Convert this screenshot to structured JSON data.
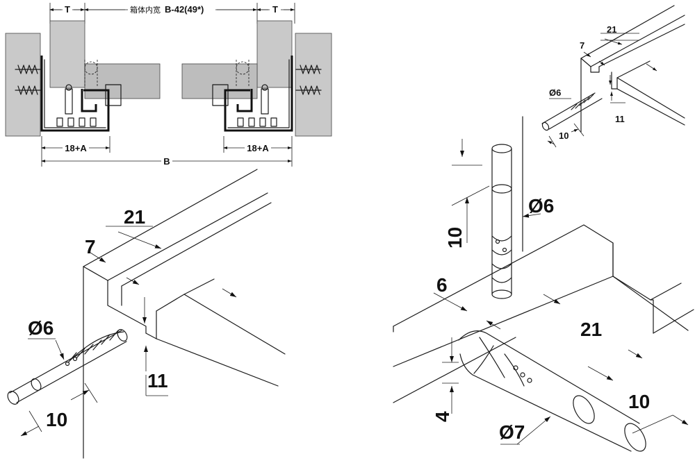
{
  "top_left": {
    "header_dimension": "箱体内宽 B-42(49*)",
    "header_chinese": "箱体内宽",
    "header_formula": "B-42(49*)",
    "t_left": "T",
    "t_right": "T",
    "dim_left": "18+A",
    "dim_right": "18+A",
    "dim_total": "B"
  },
  "top_right": {
    "dim_21": "21",
    "dim_7": "7",
    "dim_diameter": "Ø6",
    "dim_11": "11",
    "dim_10": "10"
  },
  "bottom_left": {
    "dim_21": "21",
    "dim_7": "7",
    "dim_diameter": "Ø6",
    "dim_11": "11",
    "dim_10": "10"
  },
  "bottom_right": {
    "dim_diameter_top": "Ø6",
    "dim_10_vertical": "10",
    "dim_6": "6",
    "dim_21": "21",
    "dim_4": "4",
    "dim_diameter_bottom": "Ø7",
    "dim_10_horizontal": "10"
  }
}
